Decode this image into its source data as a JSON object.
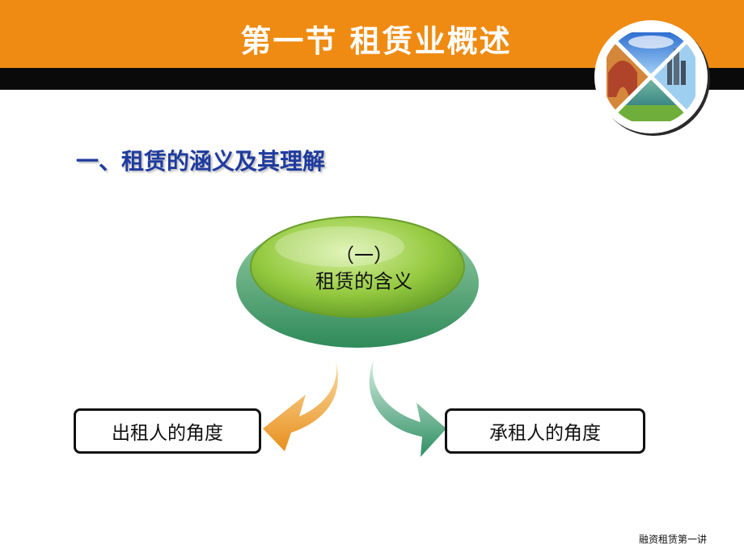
{
  "header": {
    "title": "第一节  租赁业概述"
  },
  "section": {
    "heading": "一、租赁的涵义及其理解"
  },
  "diagram": {
    "center_line1": "（一）",
    "center_line2": "租赁的含义",
    "left_box": "出租人的角度",
    "right_box": "承租人的角度"
  },
  "footer": {
    "text": "融资租赁第一讲"
  },
  "colors": {
    "header_orange": "#ef8b12",
    "header_black": "#0a0a0a",
    "heading_blue": "#1f3b9f",
    "ellipse_green": "#8cc63f",
    "arrow_orange": "#f0a030",
    "arrow_green": "#3a9a70"
  },
  "icons": {
    "logo": "landscape-collage-logo"
  }
}
